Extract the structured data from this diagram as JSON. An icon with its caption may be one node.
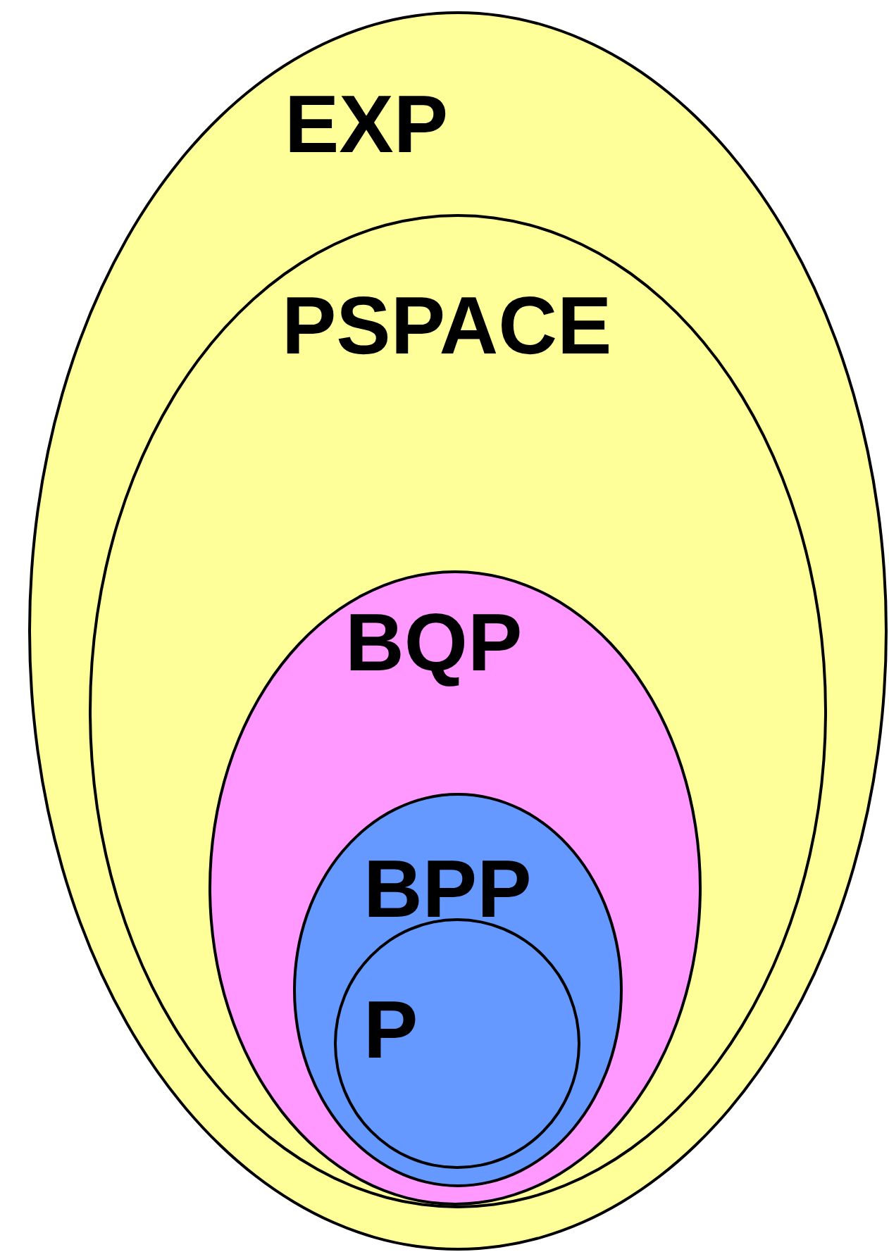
{
  "diagram": {
    "nodes": [
      {
        "text": [
          "EXP"
        ]
      },
      {
        "text": [
          "PSPACE"
        ],
        "in": 0
      },
      {
        "text": [
          "BQP"
        ],
        "in": 1
      },
      {
        "text": [
          "BPP"
        ],
        "in": 2
      },
      {
        "text": [
          "P"
        ],
        "in": 3
      }
    ]
  }
}
